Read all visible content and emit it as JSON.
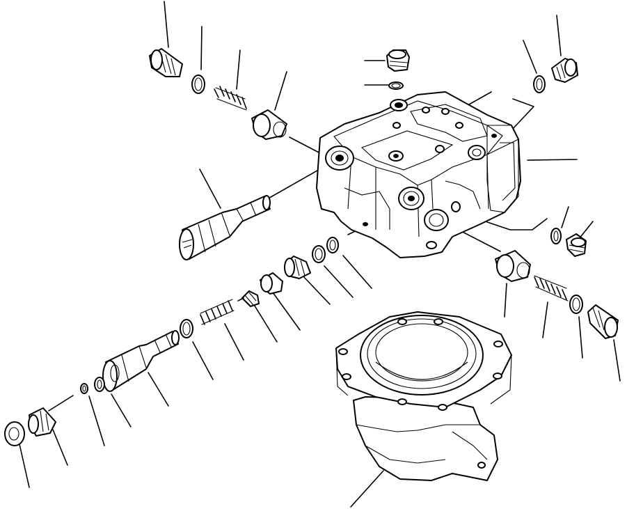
{
  "diagram": {
    "type": "exploded-parts-diagram",
    "background": "#ffffff",
    "stroke": "#000000",
    "parts": [
      {
        "name": "valve-body"
      },
      {
        "name": "valve-housing-flange"
      },
      {
        "name": "spool-main"
      },
      {
        "name": "spool-lower"
      },
      {
        "name": "plug-upper-left"
      },
      {
        "name": "plug-top-center"
      },
      {
        "name": "plug-right"
      },
      {
        "name": "plug-right-mid"
      },
      {
        "name": "plug-lower-right"
      },
      {
        "name": "plug-lower-center"
      },
      {
        "name": "plug-bottom-left"
      },
      {
        "name": "spring-upper"
      },
      {
        "name": "spring-lower-right"
      },
      {
        "name": "spring-lower"
      },
      {
        "name": "sleeve-upper"
      },
      {
        "name": "sleeve-lower-right"
      },
      {
        "name": "sleeve-lower-small"
      },
      {
        "name": "oring-set"
      },
      {
        "name": "adjust-screw"
      },
      {
        "name": "poppet"
      },
      {
        "name": "leader-lines"
      }
    ]
  }
}
